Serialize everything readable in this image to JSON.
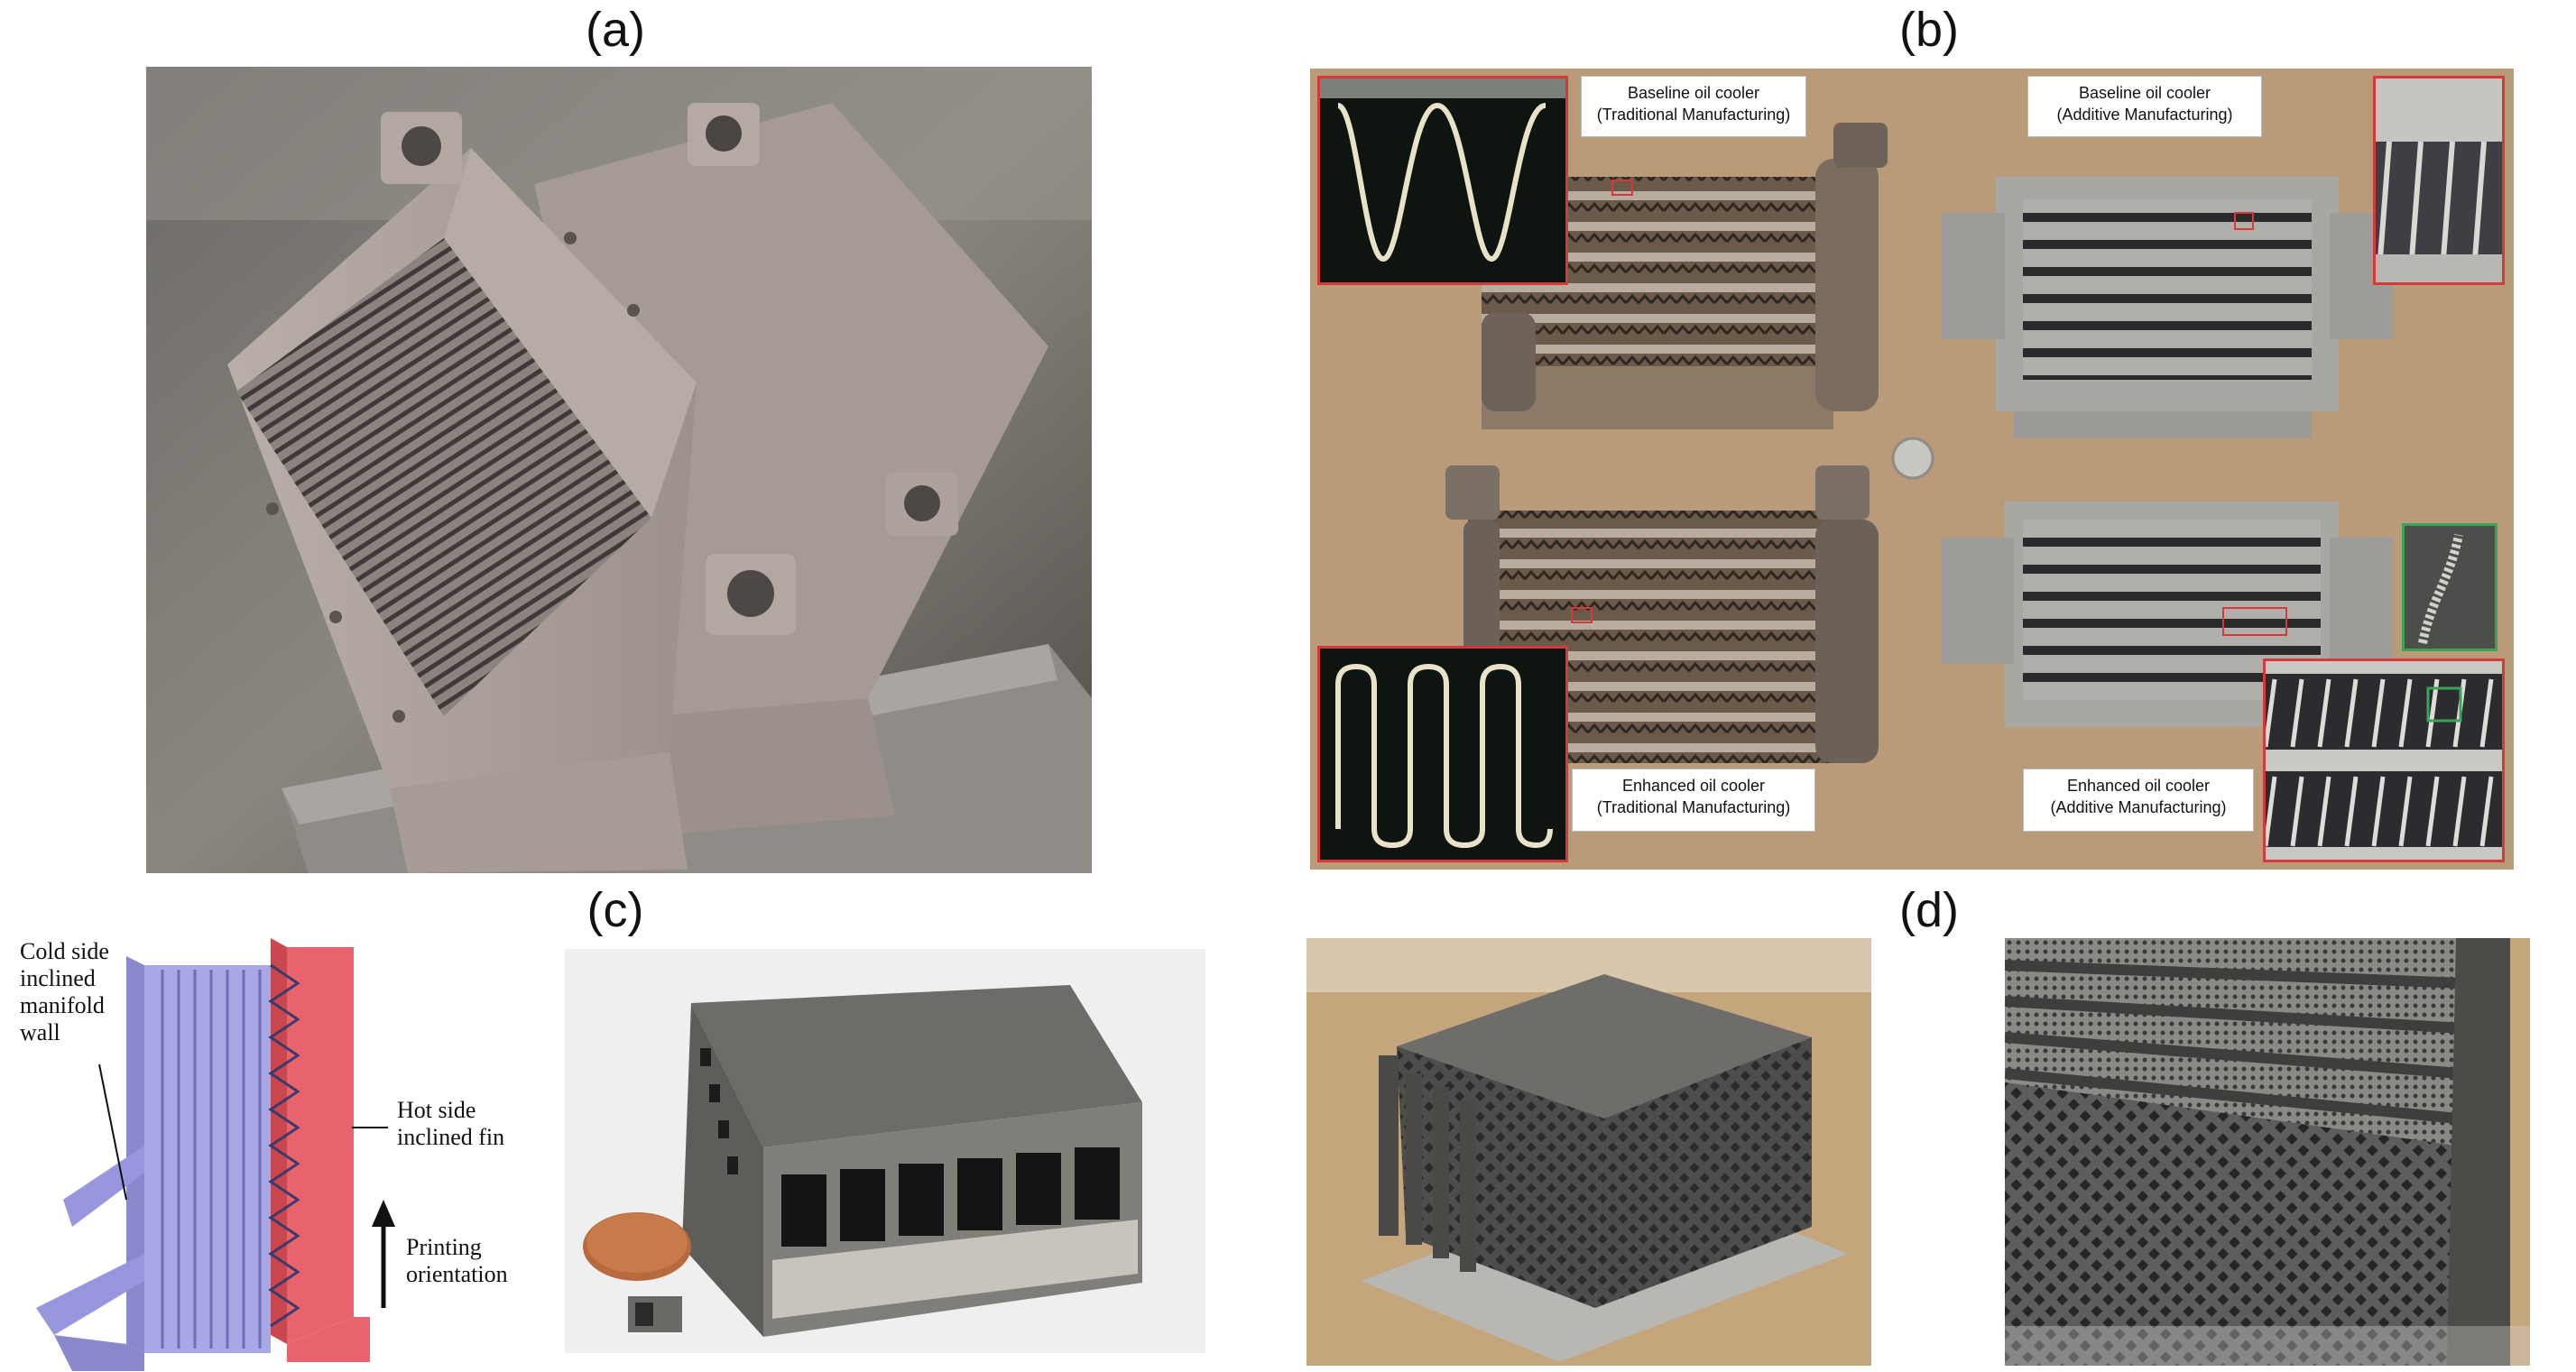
{
  "panels": {
    "a": {
      "label": "(a)"
    },
    "b": {
      "label": "(b)",
      "captions": {
        "top_left": [
          "Baseline oil cooler",
          "(Traditional Manufacturing)"
        ],
        "top_right": [
          "Baseline oil cooler",
          "(Additive Manufacturing)"
        ],
        "bottom_left": [
          "Enhanced oil cooler",
          "(Traditional Manufacturing)"
        ],
        "bottom_right": [
          "Enhanced oil cooler",
          "(Additive Manufacturing)"
        ]
      }
    },
    "c": {
      "label": "(c)",
      "diagram_labels": {
        "cold": "Cold side\ninclined\nmanifold\nwall",
        "hot": "Hot side\ninclined fin",
        "orientation": "Printing\norientation"
      }
    },
    "d": {
      "label": "(d)"
    }
  },
  "colors": {
    "red_inset_border": "#d43a3a",
    "green_inset_border": "#3aa356",
    "diagram_red": "#e8636d",
    "diagram_blue": "#a9a8e6"
  }
}
